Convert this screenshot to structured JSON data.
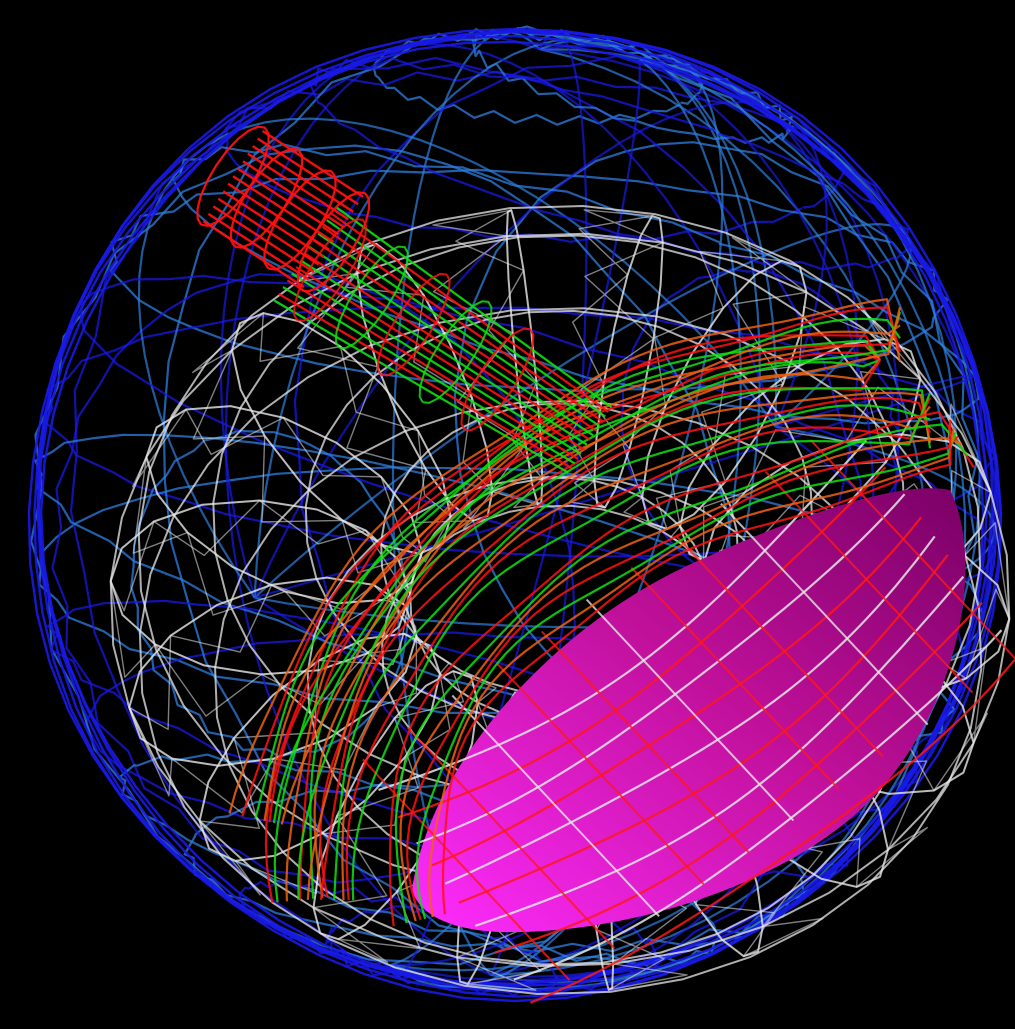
{
  "scene": {
    "background": "#000000",
    "render_style": "wireframe",
    "objects": [
      {
        "name": "outer-sphere",
        "shape": "sphere",
        "style": "wireframe",
        "colors": [
          "#1a1ae6",
          "#2f7fe0"
        ]
      },
      {
        "name": "inner-torus",
        "shape": "torus",
        "style": "wireframe",
        "colors": [
          "#e8e8e8"
        ]
      },
      {
        "name": "cylinder-arm",
        "shape": "cylinder",
        "style": "wireframe",
        "colors": [
          "#ff1010",
          "#10e010"
        ]
      },
      {
        "name": "cylinder-cap",
        "shape": "cylinder",
        "style": "wireframe",
        "colors": [
          "#ff1010"
        ]
      },
      {
        "name": "curved-tubes",
        "shape": "tube-bundle",
        "style": "wireframe",
        "colors": [
          "#ff1010",
          "#10e010",
          "#f06010"
        ]
      },
      {
        "name": "solid-ellipsoid",
        "shape": "half-ellipsoid",
        "style": "solid",
        "colors": [
          "#ff20ff",
          "#8a006e"
        ]
      }
    ]
  }
}
